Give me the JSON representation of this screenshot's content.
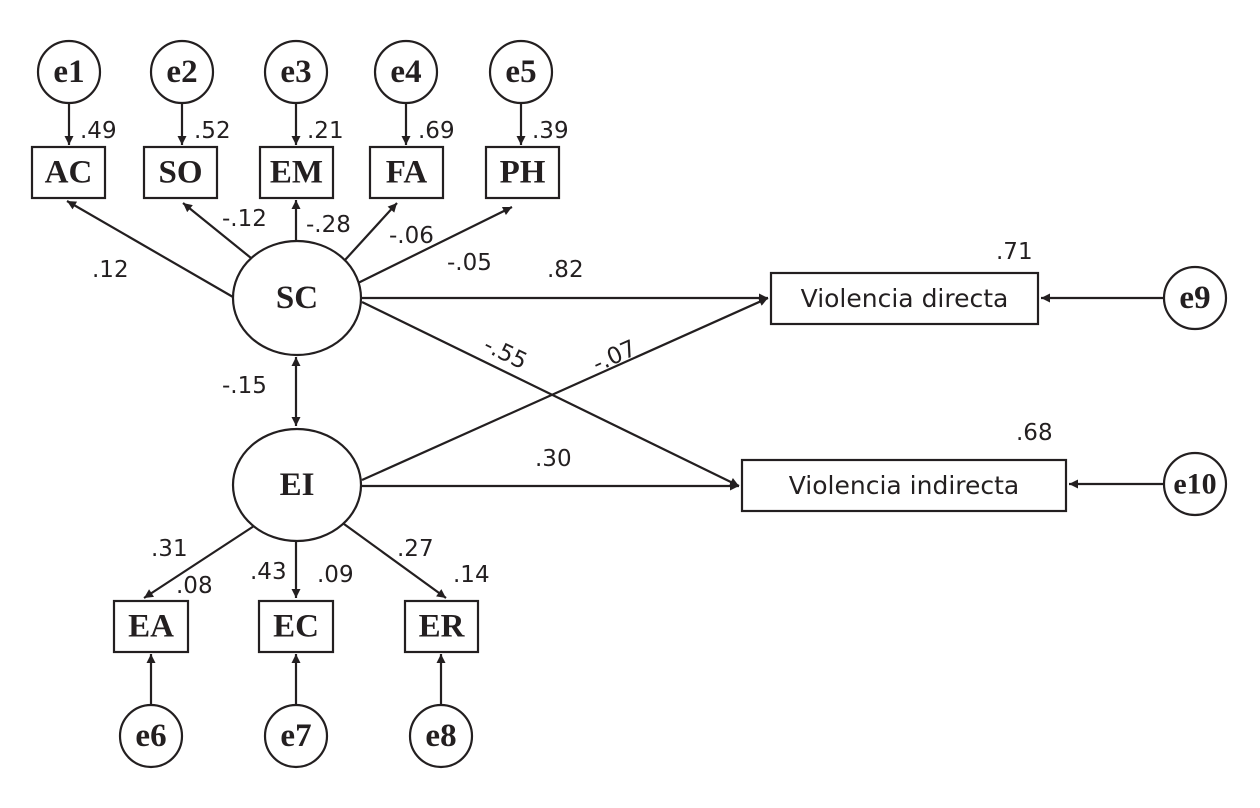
{
  "diagram": {
    "type": "structural-equation-model",
    "colors": {
      "ink": "#231f20",
      "background": "#ffffff"
    },
    "latent_variables": [
      {
        "id": "SC",
        "label": "SC"
      },
      {
        "id": "EI",
        "label": "EI"
      }
    ],
    "observed_indicators": [
      {
        "id": "AC",
        "label": "AC",
        "factor": "SC",
        "loading": ".12",
        "r2": ".49",
        "error": "e1"
      },
      {
        "id": "SO",
        "label": "SO",
        "factor": "SC",
        "loading": "-.12",
        "r2": ".52",
        "error": "e2"
      },
      {
        "id": "EM",
        "label": "EM",
        "factor": "SC",
        "loading": "-.28",
        "r2": ".21",
        "error": "e3"
      },
      {
        "id": "FA",
        "label": "FA",
        "factor": "SC",
        "loading": "-.06",
        "r2": ".69",
        "error": "e4"
      },
      {
        "id": "PH",
        "label": "PH",
        "factor": "SC",
        "loading": "-.05",
        "r2": ".39",
        "error": "e5"
      },
      {
        "id": "EA",
        "label": "EA",
        "factor": "EI",
        "loading": ".31",
        "r2": ".08",
        "error": "e6"
      },
      {
        "id": "EC",
        "label": "EC",
        "factor": "EI",
        "loading": ".43",
        "r2": ".09",
        "error": "e7"
      },
      {
        "id": "ER",
        "label": "ER",
        "factor": "EI",
        "loading": ".27",
        "r2": ".14",
        "error": "e8"
      }
    ],
    "outcomes": [
      {
        "id": "VD",
        "label": "Violencia directa",
        "r2": ".71",
        "error": "e9"
      },
      {
        "id": "VI",
        "label": "Violencia indirecta",
        "r2": ".68",
        "error": "e10"
      }
    ],
    "errors": [
      "e1",
      "e2",
      "e3",
      "e4",
      "e5",
      "e6",
      "e7",
      "e8",
      "e9",
      "e10"
    ],
    "structural_paths": [
      {
        "from": "SC",
        "to": "VD",
        "coef": ".82"
      },
      {
        "from": "SC",
        "to": "VI",
        "coef": "-.55"
      },
      {
        "from": "EI",
        "to": "VD",
        "coef": "-.07"
      },
      {
        "from": "EI",
        "to": "VI",
        "coef": ".30"
      }
    ],
    "covariances": [
      {
        "between": [
          "SC",
          "EI"
        ],
        "coef": "-.15"
      }
    ]
  }
}
